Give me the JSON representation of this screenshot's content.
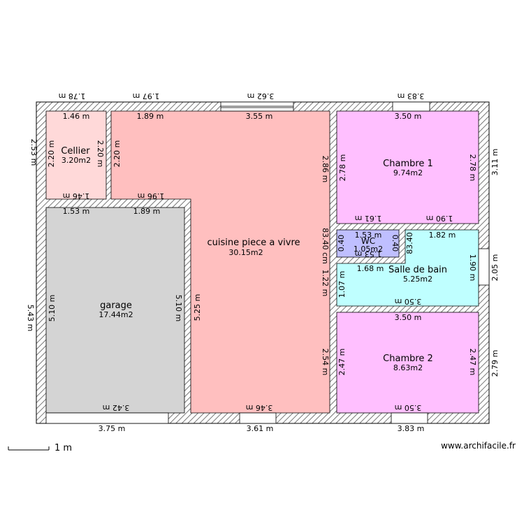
{
  "rooms": {
    "cellier": {
      "name": "Cellier",
      "area": "3.20m2",
      "color": "#ffd9d9"
    },
    "cuisine": {
      "name": "cuisine piece a vivre",
      "area": "30.15m2",
      "color": "#ffbfbf"
    },
    "garage": {
      "name": "garage",
      "area": "17.44m2",
      "color": "#d4d4d4"
    },
    "chambre1": {
      "name": "Chambre 1",
      "area": "9.74m2",
      "color": "#ffbfff"
    },
    "wc": {
      "name": "WC",
      "area": "1.05m2",
      "color": "#bfbfff"
    },
    "sdb": {
      "name": "Salle de bain",
      "area": "5.25m2",
      "color": "#bfffff"
    },
    "chambre2": {
      "name": "Chambre 2",
      "area": "8.63m2",
      "color": "#ffbfff"
    }
  },
  "dimensions": {
    "top_outer_1": "1.78 m",
    "top_outer_2": "1.97 m",
    "top_outer_3": "3.62 m",
    "top_outer_4": "3.83 m",
    "cellier_top": "1.46 m",
    "cuisine_top": "1.89 m",
    "cuisine_top_mid": "3.55 m",
    "chambre1_top": "3.50 m",
    "left_outer_top": "2.53 m",
    "left_outer_bottom": "5.43 m",
    "cellier_left": "2.20 m",
    "cellier_right": "2.20 m",
    "cellier_bottom": "1.46 m",
    "cuisine_notch": "1.96 m",
    "garage_top": "1.53 m",
    "garage_top2": "1.89 m",
    "garage_left": "5.10 m",
    "garage_right": "5.10 m",
    "garage_bottom": "3.42 m",
    "cuisine_left": "5.25 m",
    "cuisine_right_top": "2.86 m",
    "cuisine_right_mid": "83.40 cm",
    "cuisine_right_mid2": "1.22 m",
    "cuisine_right_bottom": "2.54 m",
    "cuisine_bottom": "3.46 m",
    "chambre1_left": "2.78 m",
    "chambre1_right": "2.78 m",
    "chambre1_bottom_l": "1.61 m",
    "chambre1_bottom_r": "1.90 m",
    "right_outer_top": "3.11 m",
    "right_outer_mid": "2.05 m",
    "right_outer_bottom": "2.79 m",
    "wc_top": "1.53 m",
    "wc_bottom": "1.53 m",
    "wc_left": "0.40",
    "wc_right": "0.40",
    "wc_height": "83.40",
    "sdb_top": "1.82 m",
    "sdb_left_top": "1.68 m",
    "sdb_left": "1.07 m",
    "sdb_right": "1.90 m",
    "sdb_bottom": "3.50 m",
    "chambre2_top": "3.50 m",
    "chambre2_left": "2.47 m",
    "chambre2_right": "2.47 m",
    "chambre2_bottom": "3.50 m",
    "bottom_outer_1": "3.75 m",
    "bottom_outer_2": "3.61 m",
    "bottom_outer_3": "3.83 m"
  },
  "scale": {
    "label": "1 m"
  },
  "footer": {
    "site": "www.archifacile.fr"
  },
  "colors": {
    "wall": "#ffffff",
    "wall_stroke": "#000000",
    "hatch": "#555555",
    "window": "#ffffff"
  }
}
